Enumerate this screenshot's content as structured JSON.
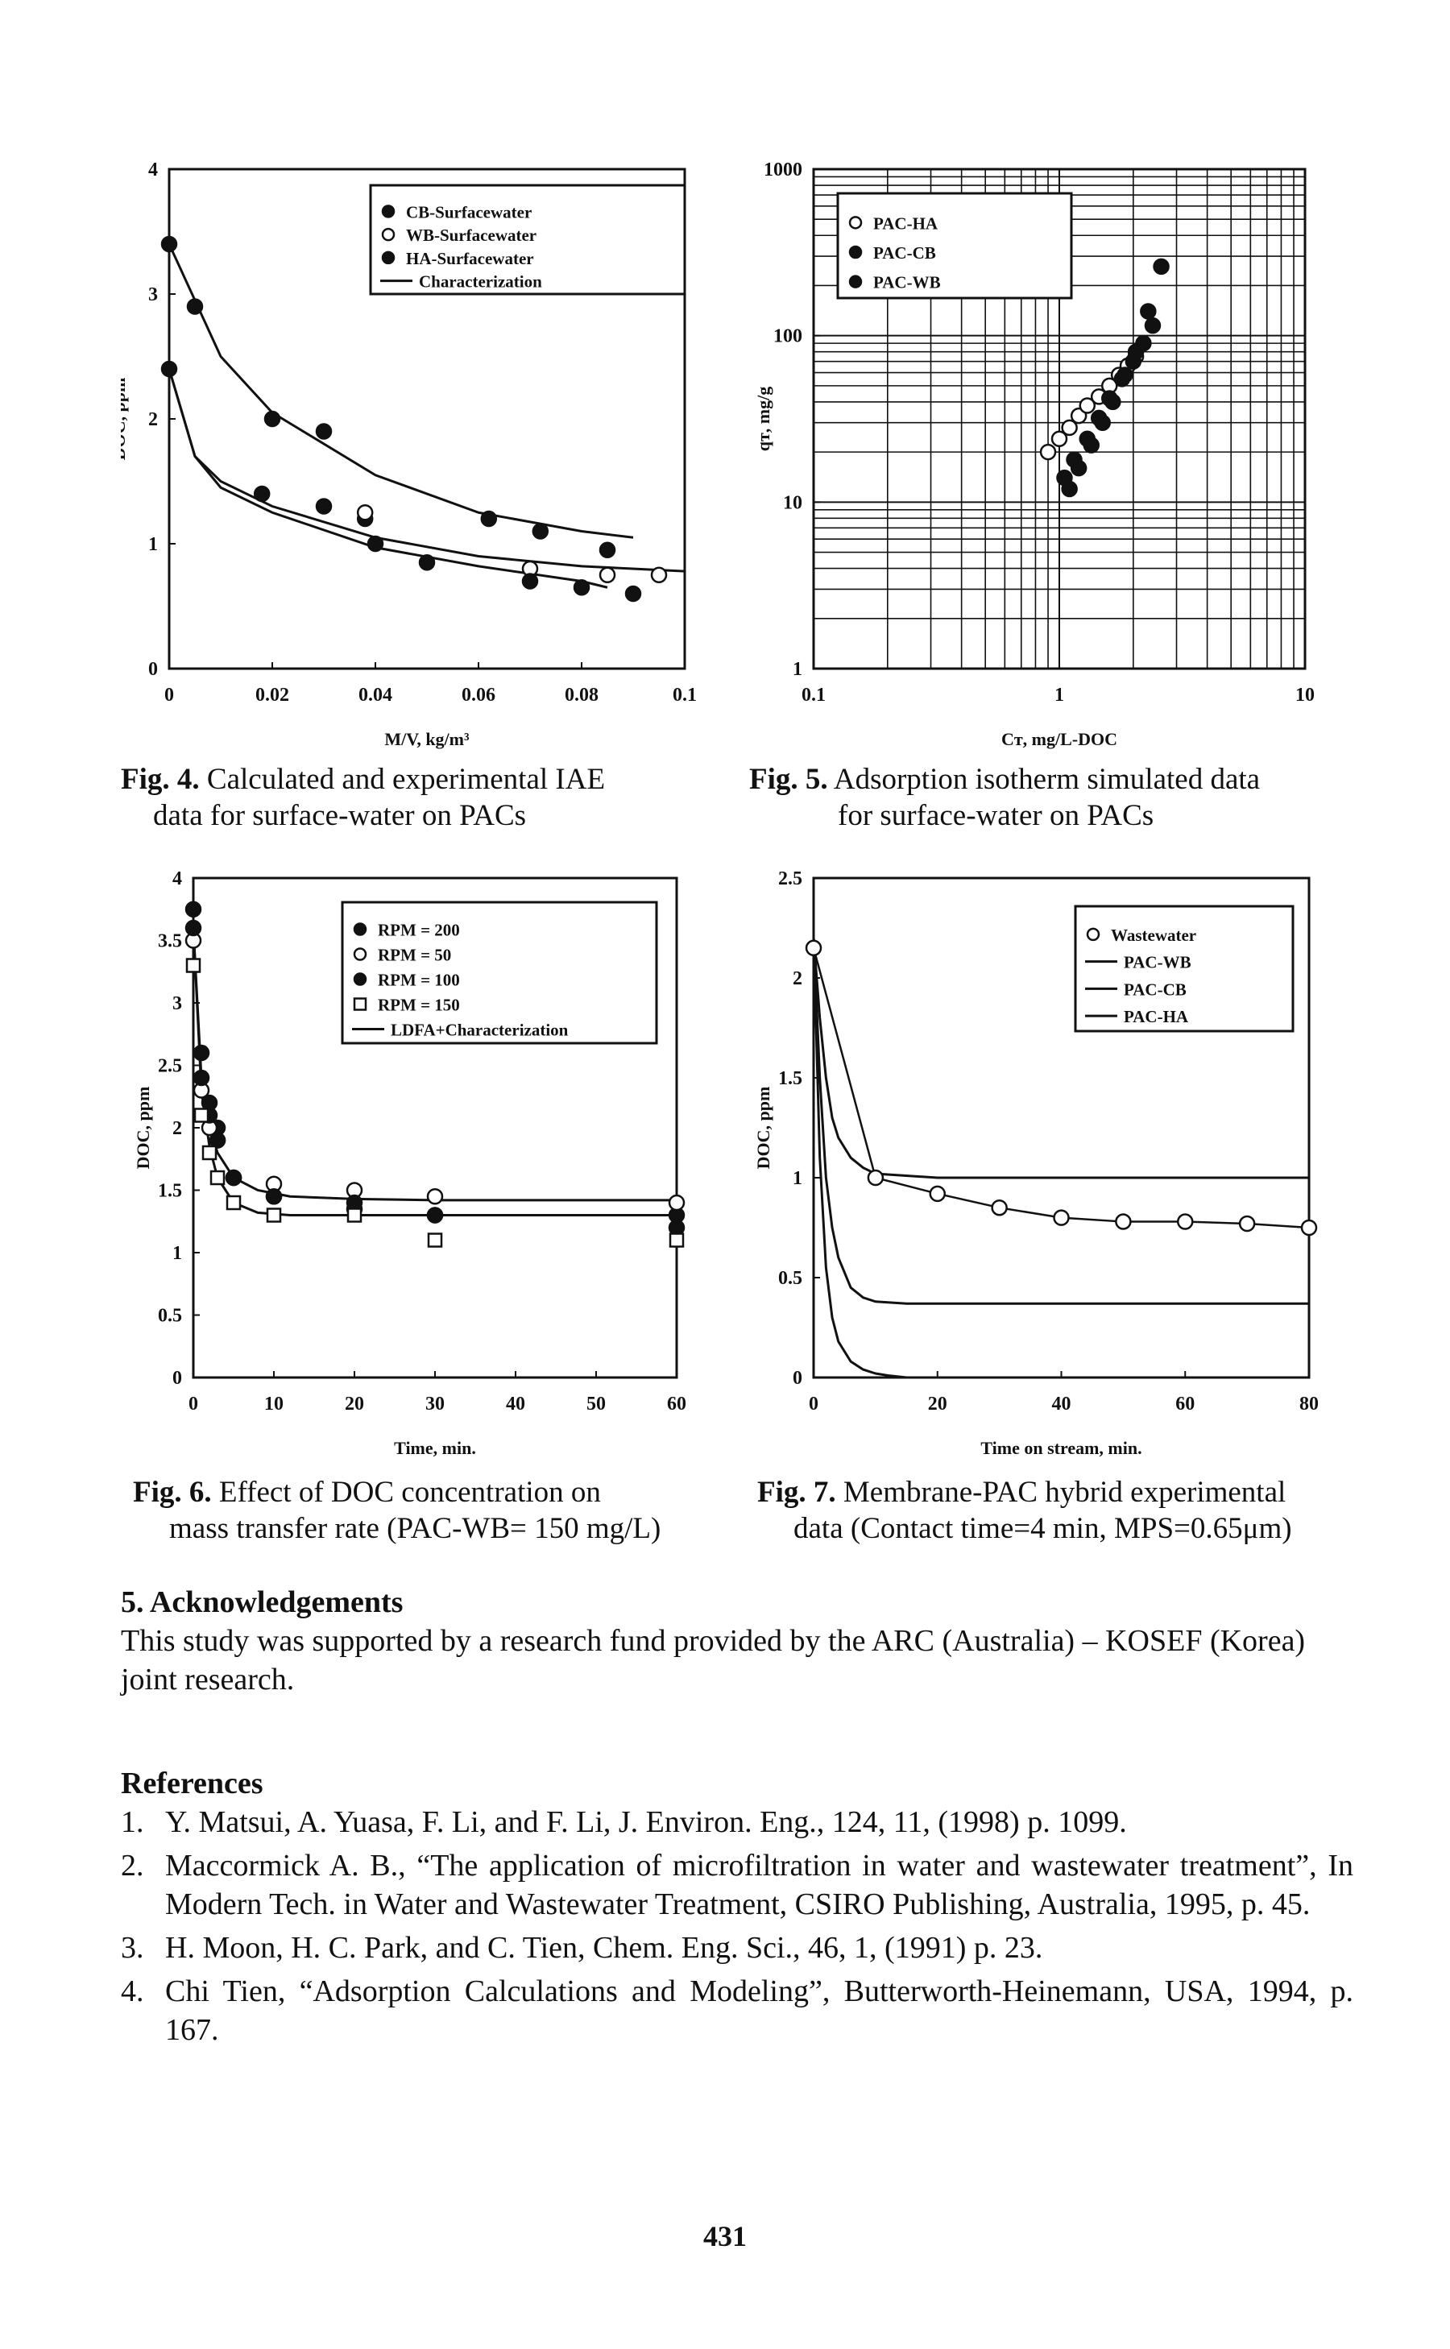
{
  "figures": {
    "fig4": {
      "caption_label": "Fig. 4.",
      "caption_line1": "Calculated and experimental IAE",
      "caption_line2": "data for surface-water on PACs"
    },
    "fig5": {
      "caption_label": "Fig. 5.",
      "caption_line1": "Adsorption isotherm simulated data",
      "caption_line2": "for surface-water on PACs"
    },
    "fig6": {
      "caption_label": "Fig. 6.",
      "caption_line1": "Effect of DOC concentration on",
      "caption_line2": "mass transfer rate (PAC-WB= 150 mg/L)"
    },
    "fig7": {
      "caption_label": "Fig. 7.",
      "caption_line1": "Membrane-PAC hybrid experimental",
      "caption_line2": "data (Contact time=4 min, MPS=0.65μm)"
    }
  },
  "chart_data": [
    {
      "id": "fig4",
      "type": "scatter",
      "xlabel": "M/V, kg/m³",
      "ylabel": "DOC, ppm",
      "xlim": [
        0,
        0.1
      ],
      "ylim": [
        0,
        4
      ],
      "xticks": [
        "0",
        "0.02",
        "0.04",
        "0.06",
        "0.08",
        "0.1"
      ],
      "yticks": [
        "0",
        "1",
        "2",
        "3",
        "4"
      ],
      "legend": [
        "CB-Surfacewater",
        "WB-Surfacewater",
        "HA-Surfacewater",
        "Characterization"
      ],
      "legend_position": "top-right",
      "series": [
        {
          "name": "CB-Surfacewater",
          "marker": "filled",
          "x": [
            0.0,
            0.005,
            0.02,
            0.03,
            0.038,
            0.062,
            0.072,
            0.085
          ],
          "y": [
            3.4,
            2.9,
            2.0,
            1.9,
            1.2,
            1.2,
            1.1,
            0.95
          ]
        },
        {
          "name": "WB-Surfacewater",
          "marker": "open",
          "x": [
            0.038,
            0.07,
            0.085,
            0.095
          ],
          "y": [
            1.25,
            0.8,
            0.75,
            0.75
          ]
        },
        {
          "name": "HA-Surfacewater",
          "marker": "filled",
          "x": [
            0.0,
            0.018,
            0.03,
            0.04,
            0.05,
            0.07,
            0.08,
            0.09
          ],
          "y": [
            2.4,
            1.4,
            1.3,
            1.0,
            0.85,
            0.7,
            0.65,
            0.6
          ]
        },
        {
          "name": "Characterization",
          "marker": "line",
          "x": [
            0.0,
            0.01,
            0.02,
            0.04,
            0.06,
            0.08,
            0.09
          ],
          "y": [
            3.4,
            2.5,
            2.05,
            1.55,
            1.25,
            1.1,
            1.05
          ]
        },
        {
          "name": "Characterization",
          "marker": "line",
          "x": [
            0.0,
            0.005,
            0.01,
            0.02,
            0.04,
            0.06,
            0.08,
            0.1
          ],
          "y": [
            2.4,
            1.7,
            1.5,
            1.3,
            1.05,
            0.9,
            0.82,
            0.78
          ]
        },
        {
          "name": "Characterization",
          "marker": "line",
          "x": [
            0.0,
            0.005,
            0.01,
            0.02,
            0.04,
            0.06,
            0.08,
            0.085
          ],
          "y": [
            2.4,
            1.7,
            1.45,
            1.25,
            0.97,
            0.82,
            0.7,
            0.65
          ]
        }
      ]
    },
    {
      "id": "fig5",
      "type": "scatter",
      "xlabel": "Cᴛ, mg/L-DOC",
      "ylabel": "qᴛ, mg/g",
      "xscale": "log",
      "yscale": "log",
      "xlim": [
        0.1,
        10
      ],
      "ylim": [
        1,
        1000
      ],
      "xticks": [
        "0.1",
        "1",
        "10"
      ],
      "yticks": [
        "1",
        "10",
        "100",
        "1000"
      ],
      "legend": [
        "PAC-HA",
        "PAC-CB",
        "PAC-WB"
      ],
      "legend_position": "top-left",
      "series": [
        {
          "name": "PAC-HA",
          "marker": "open",
          "x": [
            0.9,
            1.0,
            1.1,
            1.2,
            1.3,
            1.45,
            1.6,
            1.75,
            1.9,
            2.05
          ],
          "y": [
            20,
            24,
            28,
            33,
            38,
            43,
            50,
            58,
            66,
            75
          ]
        },
        {
          "name": "PAC-CB",
          "marker": "filled",
          "x": [
            1.05,
            1.15,
            1.3,
            1.45,
            1.6,
            1.8,
            2.0,
            2.2,
            2.4
          ],
          "y": [
            14,
            18,
            24,
            32,
            42,
            55,
            70,
            90,
            115
          ]
        },
        {
          "name": "PAC-WB",
          "marker": "filled",
          "x": [
            1.1,
            1.2,
            1.35,
            1.5,
            1.65,
            1.85,
            2.05,
            2.3,
            2.6
          ],
          "y": [
            12,
            16,
            22,
            30,
            40,
            58,
            80,
            140,
            260
          ]
        }
      ]
    },
    {
      "id": "fig6",
      "type": "scatter",
      "xlabel": "Time, min.",
      "ylabel": "DOC, ppm",
      "xlim": [
        0,
        60
      ],
      "ylim": [
        0,
        4
      ],
      "xticks": [
        "0",
        "10",
        "20",
        "30",
        "40",
        "50",
        "60"
      ],
      "yticks": [
        "0",
        "0.5",
        "1",
        "1.5",
        "2",
        "2.5",
        "3",
        "3.5",
        "4"
      ],
      "legend": [
        "RPM = 200",
        "RPM = 50",
        "RPM = 100",
        "RPM = 150",
        "LDFA+Characterization"
      ],
      "legend_position": "top-right",
      "series": [
        {
          "name": "RPM = 200",
          "marker": "filled",
          "x": [
            0,
            1,
            2,
            3,
            5,
            10,
            20,
            30,
            60
          ],
          "y": [
            3.75,
            2.6,
            2.2,
            2.0,
            1.6,
            1.45,
            1.35,
            1.3,
            1.3
          ]
        },
        {
          "name": "RPM = 50",
          "marker": "open",
          "x": [
            0,
            1,
            2,
            3,
            5,
            10,
            20,
            30,
            60
          ],
          "y": [
            3.5,
            2.3,
            2.0,
            1.9,
            1.6,
            1.55,
            1.5,
            1.45,
            1.4
          ]
        },
        {
          "name": "RPM = 100",
          "marker": "filled",
          "x": [
            0,
            1,
            2,
            3,
            5,
            10,
            20,
            30,
            60
          ],
          "y": [
            3.6,
            2.4,
            2.1,
            1.9,
            1.6,
            1.45,
            1.4,
            1.3,
            1.2
          ]
        },
        {
          "name": "RPM = 150",
          "marker": "square",
          "x": [
            0,
            1,
            2,
            3,
            5,
            10,
            20,
            30,
            60
          ],
          "y": [
            3.3,
            2.1,
            1.8,
            1.6,
            1.4,
            1.3,
            1.3,
            1.1,
            1.1
          ]
        },
        {
          "name": "LDFA+Characterization",
          "marker": "line",
          "x": [
            0,
            1,
            2,
            3,
            5,
            8,
            12,
            20,
            30,
            60
          ],
          "y": [
            3.6,
            2.4,
            2.0,
            1.8,
            1.6,
            1.5,
            1.45,
            1.43,
            1.42,
            1.42
          ]
        },
        {
          "name": "LDFA+Characterization",
          "marker": "line",
          "x": [
            0,
            1,
            2,
            3,
            5,
            8,
            12,
            20,
            30,
            60
          ],
          "y": [
            3.6,
            2.3,
            1.85,
            1.6,
            1.4,
            1.32,
            1.3,
            1.3,
            1.3,
            1.3
          ]
        }
      ]
    },
    {
      "id": "fig7",
      "type": "line",
      "xlabel": "Time on stream, min.",
      "ylabel": "DOC, ppm",
      "xlim": [
        0,
        80
      ],
      "ylim": [
        0,
        2.5
      ],
      "xticks": [
        "0",
        "20",
        "40",
        "60",
        "80"
      ],
      "yticks": [
        "0",
        "0.5",
        "1",
        "1.5",
        "2",
        "2.5"
      ],
      "legend": [
        "Wastewater",
        "PAC-WB",
        "PAC-CB",
        "PAC-HA"
      ],
      "legend_position": "top-right",
      "series": [
        {
          "name": "Wastewater",
          "marker": "open",
          "x": [
            0,
            10,
            20,
            30,
            40,
            50,
            60,
            70,
            80
          ],
          "y": [
            2.15,
            1.0,
            0.92,
            0.85,
            0.8,
            0.78,
            0.78,
            0.77,
            0.75
          ]
        },
        {
          "name": "PAC-WB",
          "marker": "line",
          "x": [
            0,
            1,
            2,
            3,
            4,
            6,
            8,
            10,
            20,
            40,
            60,
            80
          ],
          "y": [
            2.2,
            1.8,
            1.5,
            1.3,
            1.2,
            1.1,
            1.05,
            1.02,
            1.0,
            1.0,
            1.0,
            1.0
          ]
        },
        {
          "name": "PAC-CB",
          "marker": "line",
          "x": [
            0,
            1,
            2,
            3,
            4,
            6,
            8,
            10,
            15,
            20,
            40,
            80
          ],
          "y": [
            2.2,
            1.5,
            1.0,
            0.75,
            0.6,
            0.45,
            0.4,
            0.38,
            0.37,
            0.37,
            0.37,
            0.37
          ]
        },
        {
          "name": "PAC-HA",
          "marker": "line",
          "x": [
            0,
            1,
            2,
            3,
            4,
            6,
            8,
            10,
            12,
            15,
            20,
            80
          ],
          "y": [
            2.2,
            1.1,
            0.55,
            0.3,
            0.18,
            0.08,
            0.04,
            0.02,
            0.01,
            0.0,
            0.0,
            0.0
          ]
        }
      ]
    }
  ],
  "acknowledgements": {
    "heading": "5. Acknowledgements",
    "text": "This study was supported by a research fund provided by the ARC (Australia) – KOSEF (Korea) joint research."
  },
  "references": {
    "heading": "References",
    "items": [
      {
        "num": "1.",
        "text": "Y. Matsui, A. Yuasa, F. Li, and F. Li, J. Environ. Eng., 124, 11, (1998) p. 1099."
      },
      {
        "num": "2.",
        "text": "Maccormick A. B., “The application of microfiltration in water and wastewater treatment”, In Modern Tech. in Water and Wastewater Treatment, CSIRO Publishing, Australia, 1995, p. 45."
      },
      {
        "num": "3.",
        "text": "H. Moon, H. C. Park, and C. Tien, Chem. Eng. Sci., 46, 1, (1991) p. 23."
      },
      {
        "num": "4.",
        "text": "Chi Tien, “Adsorption Calculations and Modeling”, Butterworth-Heinemann, USA, 1994, p. 167."
      }
    ]
  },
  "page_number": "431"
}
